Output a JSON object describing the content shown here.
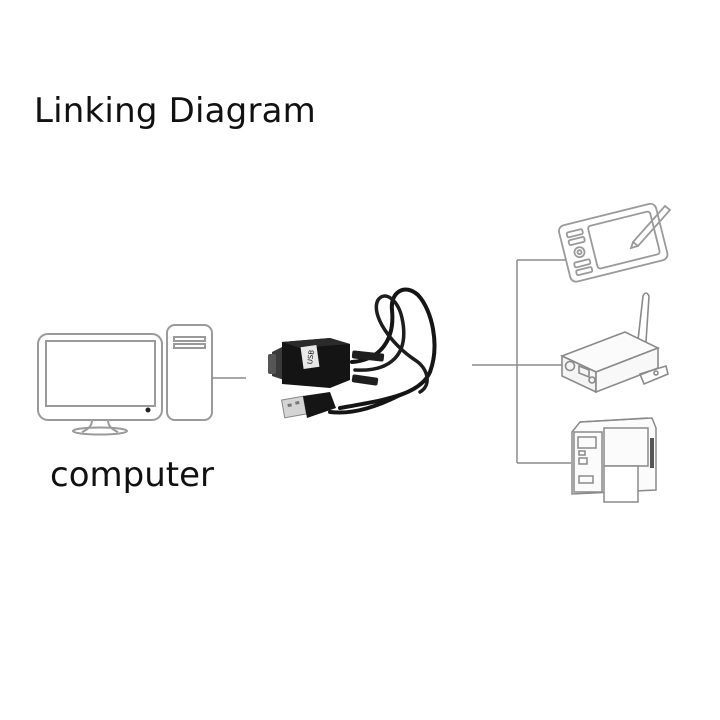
{
  "diagram": {
    "title": "Linking Diagram",
    "left_device": {
      "label": "computer",
      "icon": "desktop-computer-icon"
    },
    "center_device": {
      "icon": "usb-to-rs232-serial-adapter-cable",
      "adapter_text": "USB"
    },
    "right_devices": [
      {
        "icon": "drawing-tablet-icon"
      },
      {
        "icon": "wireless-serial-modem-icon"
      },
      {
        "icon": "label-printer-icon"
      }
    ],
    "colors": {
      "line": "#8c8c8c",
      "outline": "#9a9a9a",
      "text": "#111111",
      "cable": "#151515"
    }
  }
}
